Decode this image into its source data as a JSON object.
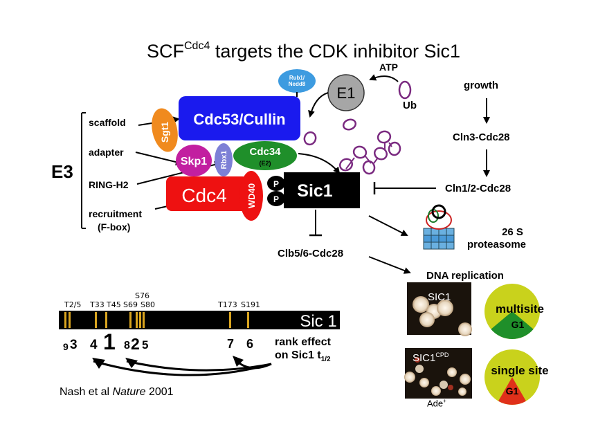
{
  "title": {
    "main": "SCF",
    "sup": "Cdc4",
    "rest": " targets the CDK inhibitor Sic1"
  },
  "complex": {
    "cullin": "Cdc53/Cullin",
    "rub1": [
      "Rub1/",
      "Nedd8"
    ],
    "sgt1": "Sgt1",
    "skp1": "Skp1",
    "rbx1": "Rbx1",
    "cdc34": "Cdc34",
    "e2": "(E2)",
    "cdc4": "Cdc4",
    "wd40": "WD40",
    "phospho": [
      "P",
      "P"
    ],
    "sic1": "Sic1",
    "e1": "E1",
    "atp": "ATP",
    "ub": "Ub"
  },
  "e3": {
    "label": "E3",
    "parts": [
      "scaffold",
      "adapter",
      "RING-H2",
      "recruitment",
      "(F-box)"
    ]
  },
  "pathway": {
    "growth": "growth",
    "cln3": "Cln3-Cdc28",
    "cln12": "Cln1/2-Cdc28",
    "clb56": "Clb5/6-Cdc28",
    "proteasome": [
      "26 S",
      "proteasome"
    ],
    "dna": "DNA replication"
  },
  "sites": {
    "labels": [
      "T2/5",
      "T33",
      "T45",
      "S69",
      "S80",
      "S76",
      "T173",
      "S191"
    ],
    "bar_label": "Sic 1",
    "ranks": [
      "9",
      "3",
      "4",
      "1",
      "8",
      "2",
      "5",
      "7",
      "6"
    ],
    "rank_text": [
      "rank effect",
      "on Sic1 t"
    ],
    "rank_sub": "1/2"
  },
  "panels": {
    "sic1": "SIC1",
    "sic1cpd_main": "SIC1",
    "sic1cpd_sup": "CPD",
    "ade_main": "Ade",
    "ade_sup": "+",
    "multisite": "multisite",
    "single": "single site",
    "g1": "G1"
  },
  "citation": {
    "pre": "Nash et al ",
    "journal": "Nature",
    "year": " 2001"
  },
  "colors": {
    "cullin": "#1a1aee",
    "rub1": "#3d9be0",
    "sgt1": "#f08a1e",
    "skp1": "#c21fa0",
    "rbx1": "#7d80d6",
    "cdc34": "#1f8f2a",
    "cdc4": "#ee1111",
    "e1": "#a6a6a6",
    "ub": "#7a2a80",
    "site_tick": "#d9a41f",
    "pie_yellow": "#c9d21c",
    "pie_green": "#1f8f2a",
    "pie_red": "#e0301a"
  }
}
